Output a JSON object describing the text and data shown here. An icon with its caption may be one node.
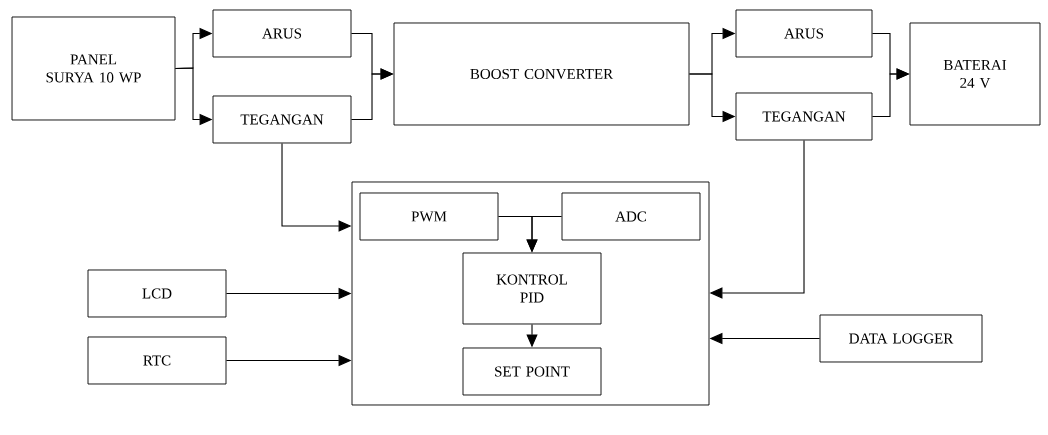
{
  "diagram": {
    "nodes": [
      {
        "text": [
          "PANEL SURYA 10 WP"
        ]
      },
      {
        "text": [
          "ARUS"
        ]
      },
      {
        "text": [
          "TEGANGAN"
        ]
      },
      {
        "text": [
          "BOOST CONVERTER"
        ]
      },
      {
        "text": [
          "ARUS"
        ]
      },
      {
        "text": [
          "TEGANGAN"
        ]
      },
      {
        "text": [
          "BATERAI 24 V"
        ]
      },
      {
        "text": [],
        "shape": "box"
      },
      {
        "text": [
          "PWM"
        ],
        "in": 7
      },
      {
        "text": [
          "ADC"
        ],
        "in": 7
      },
      {
        "text": [
          "KONTROL PID"
        ],
        "in": 7
      },
      {
        "text": [
          "SET POINT"
        ],
        "in": 7
      },
      {
        "text": [
          "LCD"
        ]
      },
      {
        "text": [
          "RTC"
        ]
      },
      {
        "text": [
          "DATA LOGGER"
        ]
      }
    ],
    "edges": [
      {
        "from": 0,
        "to": 1,
        "arrow": "to"
      },
      {
        "from": 0,
        "to": 2,
        "arrow": "to"
      },
      {
        "from": 1,
        "to": 3,
        "arrow": "to"
      },
      {
        "from": 2,
        "to": 3,
        "arrow": "to"
      },
      {
        "from": 3,
        "to": 4,
        "arrow": "to"
      },
      {
        "from": 3,
        "to": 5,
        "arrow": "to"
      },
      {
        "from": 4,
        "to": 6,
        "arrow": "to"
      },
      {
        "from": 5,
        "to": 6,
        "arrow": "to"
      },
      {
        "from": 2,
        "to": 7,
        "arrow": "to"
      },
      {
        "from": 5,
        "to": 7,
        "arrow": "to"
      },
      {
        "from": 8,
        "to": 10,
        "arrow": "to"
      },
      {
        "from": 9,
        "to": 10,
        "arrow": "to"
      },
      {
        "from": 10,
        "to": 11,
        "arrow": "to"
      },
      {
        "from": 12,
        "to": 7,
        "arrow": "to"
      },
      {
        "from": 13,
        "to": 7,
        "arrow": "to"
      },
      {
        "from": 14,
        "to": 7,
        "arrow": "to"
      }
    ]
  }
}
